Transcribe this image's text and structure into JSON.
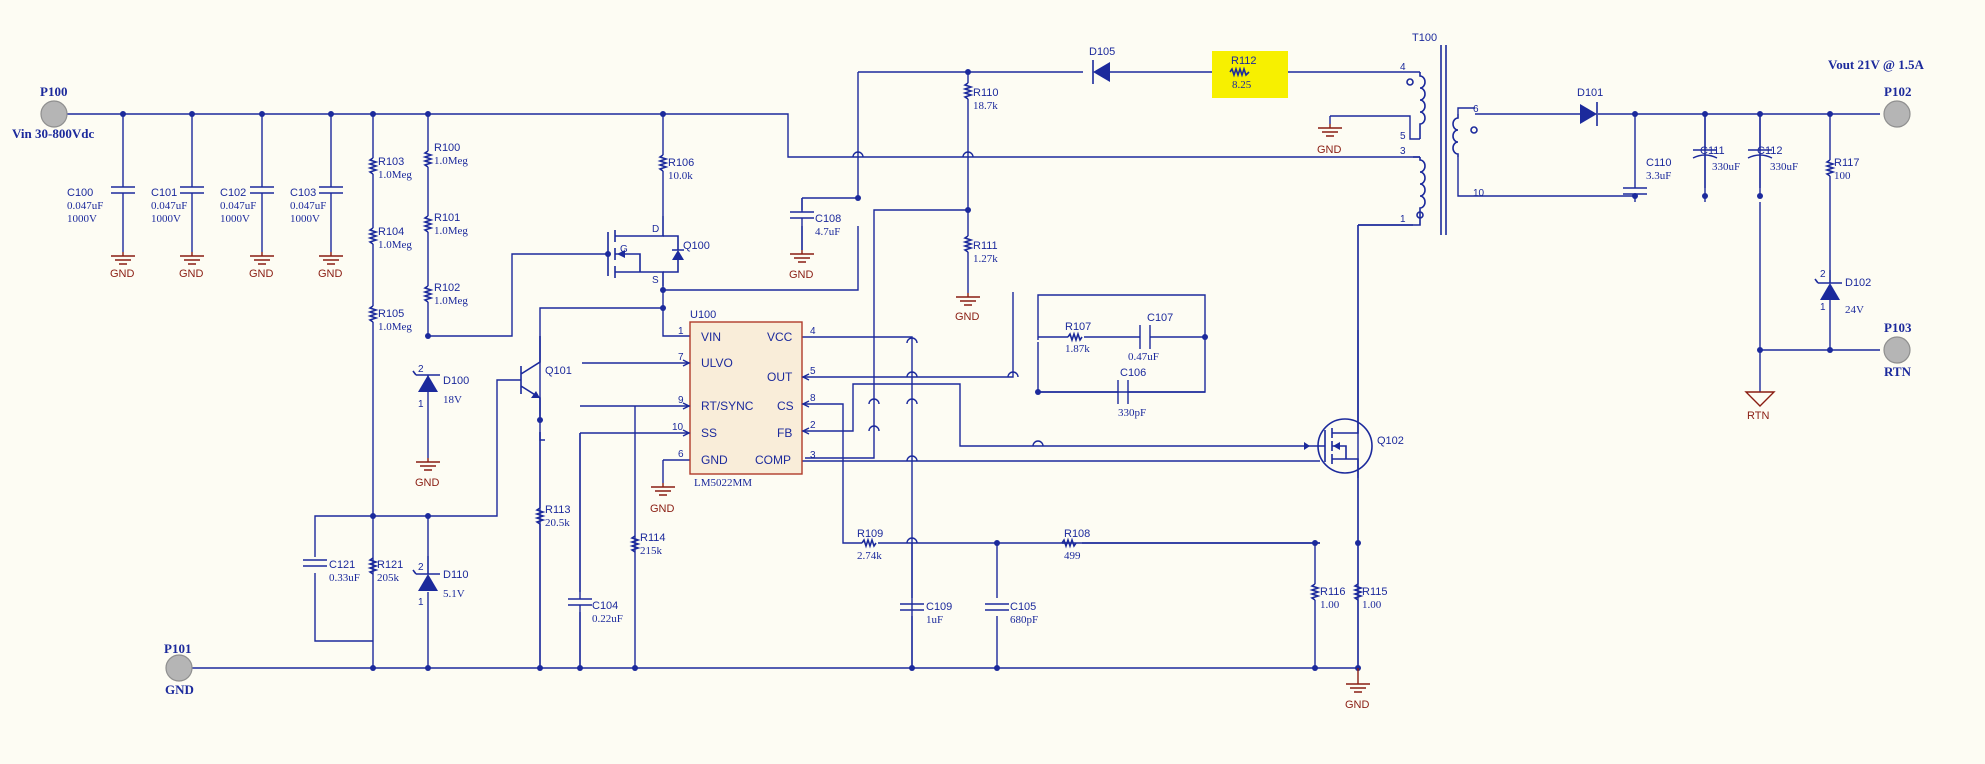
{
  "ports": {
    "p100": {
      "ref": "P100",
      "label": "Vin 30-800Vdc"
    },
    "p101": {
      "ref": "P101",
      "label": "GND"
    },
    "p102": {
      "ref": "P102",
      "label": "Vout 21V @ 1.5A"
    },
    "p103": {
      "ref": "P103",
      "label": "RTN"
    }
  },
  "capacitors": {
    "c100": {
      "ref": "C100",
      "value": "0.047uF",
      "voltage": "1000V"
    },
    "c101": {
      "ref": "C101",
      "value": "0.047uF",
      "voltage": "1000V"
    },
    "c102": {
      "ref": "C102",
      "value": "0.047uF",
      "voltage": "1000V"
    },
    "c103": {
      "ref": "C103",
      "value": "0.047uF",
      "voltage": "1000V"
    },
    "c104": {
      "ref": "C104",
      "value": "0.22uF"
    },
    "c105": {
      "ref": "C105",
      "value": "680pF"
    },
    "c106": {
      "ref": "C106",
      "value": "330pF"
    },
    "c107": {
      "ref": "C107",
      "value": "0.47uF"
    },
    "c108": {
      "ref": "C108",
      "value": "4.7uF"
    },
    "c109": {
      "ref": "C109",
      "value": "1uF"
    },
    "c110": {
      "ref": "C110",
      "value": "3.3uF"
    },
    "c111": {
      "ref": "C111",
      "value": "330uF"
    },
    "c112": {
      "ref": "C112",
      "value": "330uF"
    },
    "c121": {
      "ref": "C121",
      "value": "0.33uF"
    }
  },
  "resistors": {
    "r100": {
      "ref": "R100",
      "value": "1.0Meg"
    },
    "r101": {
      "ref": "R101",
      "value": "1.0Meg"
    },
    "r102": {
      "ref": "R102",
      "value": "1.0Meg"
    },
    "r103": {
      "ref": "R103",
      "value": "1.0Meg"
    },
    "r104": {
      "ref": "R104",
      "value": "1.0Meg"
    },
    "r105": {
      "ref": "R105",
      "value": "1.0Meg"
    },
    "r106": {
      "ref": "R106",
      "value": "10.0k"
    },
    "r107": {
      "ref": "R107",
      "value": "1.87k"
    },
    "r108": {
      "ref": "R108",
      "value": "499"
    },
    "r109": {
      "ref": "R109",
      "value": "2.74k"
    },
    "r110": {
      "ref": "R110",
      "value": "18.7k"
    },
    "r111": {
      "ref": "R111",
      "value": "1.27k"
    },
    "r112": {
      "ref": "R112",
      "value": "8.25"
    },
    "r113": {
      "ref": "R113",
      "value": "20.5k"
    },
    "r114": {
      "ref": "R114",
      "value": "215k"
    },
    "r115": {
      "ref": "R115",
      "value": "1.00"
    },
    "r116": {
      "ref": "R116",
      "value": "1.00"
    },
    "r117": {
      "ref": "R117",
      "value": "100"
    },
    "r121": {
      "ref": "R121",
      "value": "205k"
    }
  },
  "diodes": {
    "d100": {
      "ref": "D100",
      "value": "18V"
    },
    "d101": {
      "ref": "D101"
    },
    "d102": {
      "ref": "D102",
      "value": "24V"
    },
    "d105": {
      "ref": "D105"
    },
    "d110": {
      "ref": "D110",
      "value": "5.1V"
    }
  },
  "transistors": {
    "q100": "Q100",
    "q101": "Q101",
    "q102": "Q102"
  },
  "transformer": {
    "ref": "T100",
    "pins": [
      "4",
      "5",
      "3",
      "1",
      "6",
      "10"
    ]
  },
  "ic": {
    "ref": "U100",
    "part": "LM5022MM",
    "left_pins": [
      {
        "num": "1",
        "name": "VIN"
      },
      {
        "num": "7",
        "name": "ULVO"
      },
      {
        "num": "9",
        "name": "RT/SYNC"
      },
      {
        "num": "10",
        "name": "SS"
      },
      {
        "num": "6",
        "name": "GND"
      }
    ],
    "right_pins": [
      {
        "num": "4",
        "name": "VCC"
      },
      {
        "num": "5",
        "name": "OUT"
      },
      {
        "num": "8",
        "name": "CS"
      },
      {
        "num": "2",
        "name": "FB"
      },
      {
        "num": "3",
        "name": "COMP"
      }
    ]
  },
  "pin_labels": {
    "gate": "G",
    "drain": "D",
    "source": "S",
    "zener_cathode": "2",
    "zener_anode": "1"
  },
  "ground_label": "GND",
  "rtn_label": "RTN",
  "colors": {
    "wire": "#1c2a9c",
    "ground": "#8a1d12",
    "highlight": "#f7f000",
    "background": "#fdfcf3",
    "port": "#b5b5b5"
  }
}
